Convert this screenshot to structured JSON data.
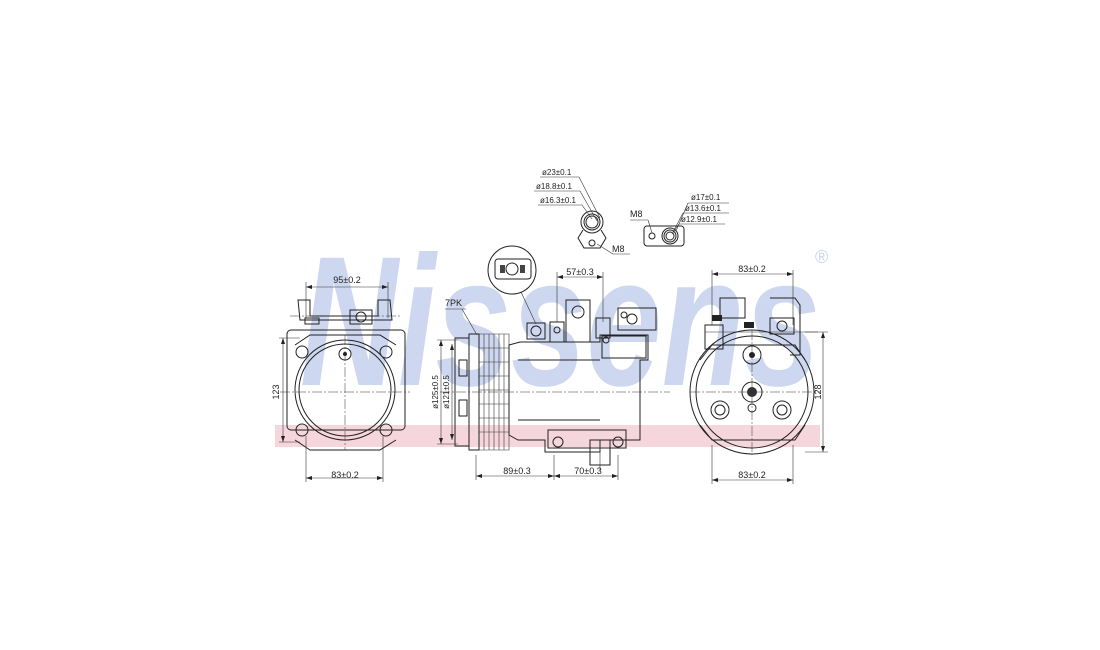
{
  "watermark": {
    "brand": "Nissens",
    "mark": "®",
    "brand_color": "#c9d3ee",
    "band_color": "#f6d6dd"
  },
  "left_view": {
    "width_top": "95±0.2",
    "width_bottom": "83±0.2",
    "height": "123"
  },
  "side_view": {
    "belt": "7PK",
    "pulley_outer": "ø125±0.5",
    "pulley_inner": "ø121±0.5",
    "bottom_left": "89±0.3",
    "bottom_right": "70±0.3",
    "top": "57±0.3"
  },
  "port_suction": {
    "d1": "ø23±0.1",
    "d2": "ø18.8±0.1",
    "d3": "ø16.3±0.1",
    "thread": "M8"
  },
  "port_discharge": {
    "thread": "M8",
    "d1": "ø17±0.1",
    "d2": "ø13.6±0.1",
    "d3": "ø12.9±0.1"
  },
  "right_view": {
    "width_top": "83±0.2",
    "width_bottom": "83±0.2",
    "height": "128"
  }
}
